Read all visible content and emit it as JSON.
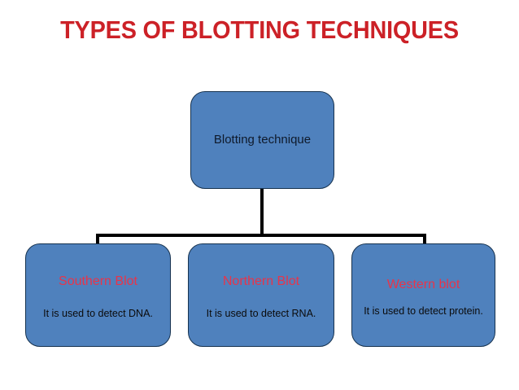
{
  "slide": {
    "title": "TYPES OF BLOTTING TECHNIQUES",
    "title_color": "#CC2127",
    "background_color": "#FFFFFF",
    "node_fill_color": "#4F81BD",
    "node_border_color": "#16324F",
    "connector_color": "#000000",
    "leaf_title_color": "#E8344A",
    "body_text_color": "#0B0B0B"
  },
  "diagram": {
    "root": {
      "label": "Blotting technique"
    },
    "leaves": [
      {
        "title": "Southern Blot",
        "description": "It is used to detect DNA."
      },
      {
        "title": "Northern Blot",
        "description": "It is used to detect RNA."
      },
      {
        "title": "Western blot",
        "description": "It is used to detect protein."
      }
    ]
  }
}
